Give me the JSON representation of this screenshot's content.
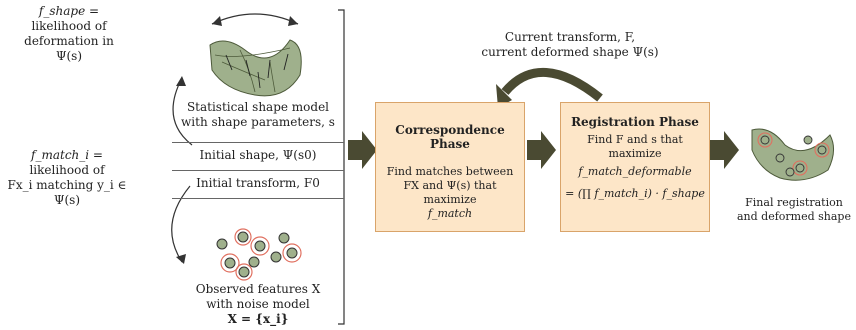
{
  "left": {
    "fshape": {
      "symbol": "f_shape =",
      "line1": "likelihood of",
      "line2": "deformation in Ψ(s)"
    },
    "fmatch": {
      "symbol": "f_match_i =",
      "line1": "likelihood  of",
      "line2": "Fx_i matching y_i ∈ Ψ(s)"
    }
  },
  "panel": {
    "model_caption_1": "Statistical shape model",
    "model_caption_2": "with shape parameters, s",
    "initial_shape": "Initial shape, Ψ(s0)",
    "initial_transform": "Initial transform, F0",
    "features_caption_1": "Observed features X",
    "features_caption_2": "with noise model",
    "features_caption_3": "X = {x_i}"
  },
  "loop": {
    "line1": "Current transform, F,",
    "line2": "current deformed  shape Ψ(s)"
  },
  "correspondence": {
    "title": "Correspondence Phase",
    "line1": "Find matches between",
    "line2": "FX and Ψ(s) that",
    "line3": "maximize",
    "line4": "f_match"
  },
  "registration": {
    "title": "Registration Phase",
    "line1": "Find F and s that",
    "line2": "maximize",
    "line3": "f_match_deformable",
    "line4": "= (∏ f_match_i) · f_shape"
  },
  "result": {
    "line1": "Final registration",
    "line2": "and deformed shape"
  },
  "colors": {
    "box_fill": "#fde6c8",
    "box_border": "#d9a46a",
    "arrow": "#4a4a32",
    "shape": "#9fb08c",
    "ring": "#e07060"
  }
}
